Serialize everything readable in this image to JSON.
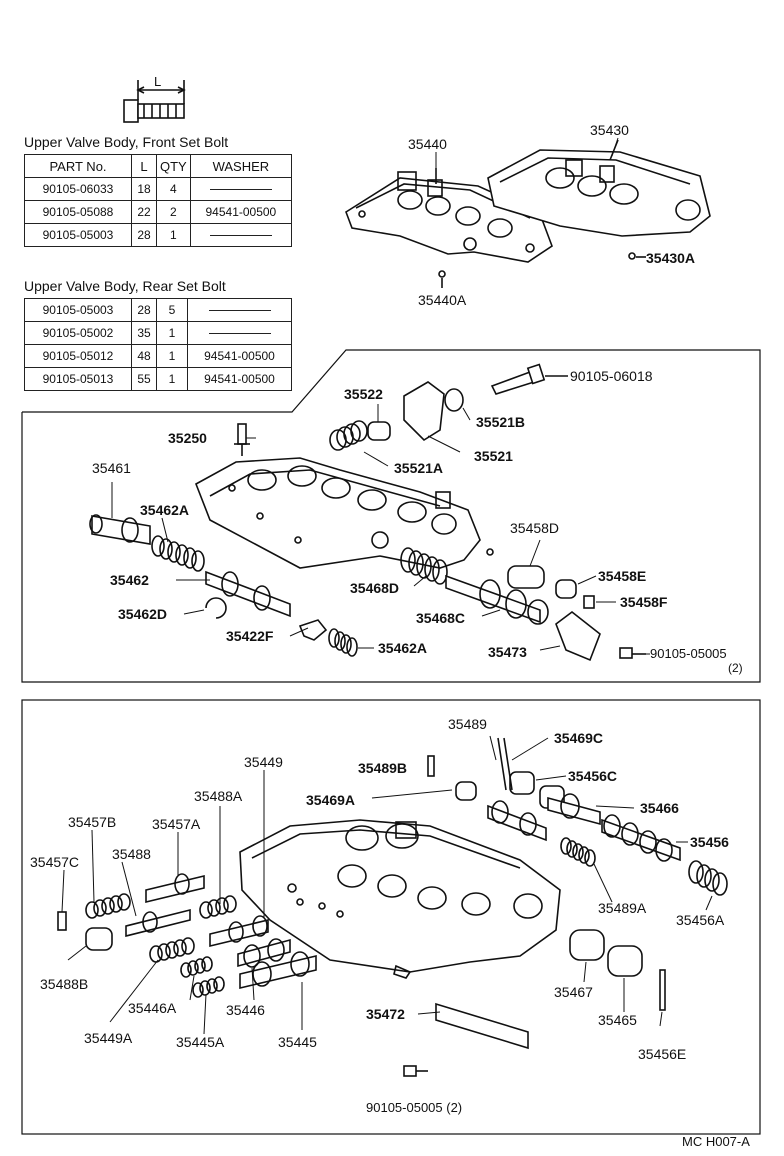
{
  "front_bolt": {
    "title": "Upper Valve Body, Front Set Bolt",
    "dimension_label": "L",
    "headers": [
      "PART No.",
      "L",
      "QTY",
      "WASHER"
    ],
    "rows": [
      [
        "90105-06033",
        "18",
        "4",
        ""
      ],
      [
        "90105-05088",
        "22",
        "2",
        "94541-00500"
      ],
      [
        "90105-05003",
        "28",
        "1",
        ""
      ]
    ]
  },
  "rear_bolt": {
    "title": "Upper Valve Body, Rear Set Bolt",
    "rows": [
      [
        "90105-05003",
        "28",
        "5",
        ""
      ],
      [
        "90105-05002",
        "35",
        "1",
        ""
      ],
      [
        "90105-05012",
        "48",
        "1",
        "94541-00500"
      ],
      [
        "90105-05013",
        "55",
        "1",
        "94541-00500"
      ]
    ]
  },
  "labels": {
    "p35440": "35440",
    "p35430": "35430",
    "p35430A": "35430A",
    "p35440A": "35440A",
    "p90105_06018": "90105-06018",
    "p35522": "35522",
    "p35521B": "35521B",
    "p35250": "35250",
    "p35521A": "35521A",
    "p35521": "35521",
    "p35461": "35461",
    "p35462A_top": "35462A",
    "p35458D": "35458D",
    "p35462": "35462",
    "p35468D": "35468D",
    "p35458E": "35458E",
    "p35462D": "35462D",
    "p35468C": "35468C",
    "p35458F": "35458F",
    "p35422F": "35422F",
    "p35462A_bot": "35462A",
    "p35473": "35473",
    "p90105_05005_mid": "90105-05005",
    "qty_mid": "(2)",
    "p35489": "35489",
    "p35469C": "35469C",
    "p35489B": "35489B",
    "p35449": "35449",
    "p35456C": "35456C",
    "p35469A": "35469A",
    "p35488A": "35488A",
    "p35466": "35466",
    "p35457B": "35457B",
    "p35457A": "35457A",
    "p35456": "35456",
    "p35457C": "35457C",
    "p35488": "35488",
    "p35489A": "35489A",
    "p35456A": "35456A",
    "p35488B": "35488B",
    "p35467": "35467",
    "p35446A": "35446A",
    "p35446": "35446",
    "p35465": "35465",
    "p35472": "35472",
    "p35449A": "35449A",
    "p35445A": "35445A",
    "p35445": "35445",
    "p35456E": "35456E",
    "p90105_05005_bot": "90105-05005 (2)"
  },
  "footer_code": "MC H007-A"
}
